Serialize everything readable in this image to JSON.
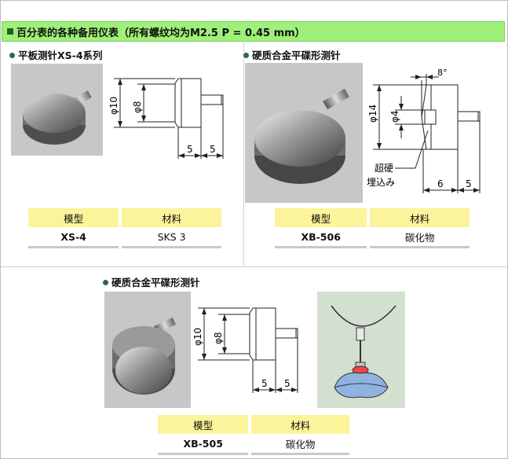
{
  "header": {
    "title": "百分表的各种备用仪表（所有螺纹均为M2.5 P = 0.45 mm）"
  },
  "sections": [
    {
      "title": "平板测针XS-4系列",
      "col_model": "模型",
      "col_material": "材料",
      "model": "XS-4",
      "material": "SKS 3",
      "dims": {
        "dia_outer": "φ10",
        "dia_inner": "φ8",
        "len_a": "5",
        "len_b": "5"
      }
    },
    {
      "title": "硬质合金平碟形测针",
      "col_model": "模型",
      "col_material": "材料",
      "model": "XB-506",
      "material": "碳化物",
      "dims": {
        "dia_outer": "φ14",
        "dia_inner": "φ4",
        "angle": "8°",
        "len_a": "6",
        "len_b": "5",
        "note_line1": "超硬",
        "note_line2": "埋込み"
      }
    },
    {
      "title": "硬质合金平碟形测针",
      "col_model": "模型",
      "col_material": "材料",
      "model": "XB-505",
      "material": "碳化物",
      "dims": {
        "dia_outer": "φ10",
        "dia_inner": "φ8",
        "len_a": "5",
        "len_b": "5"
      }
    }
  ],
  "colors": {
    "header_band": "#9ff07a",
    "table_header": "#fbf49a",
    "accent_dot": "#2c6a4a"
  }
}
